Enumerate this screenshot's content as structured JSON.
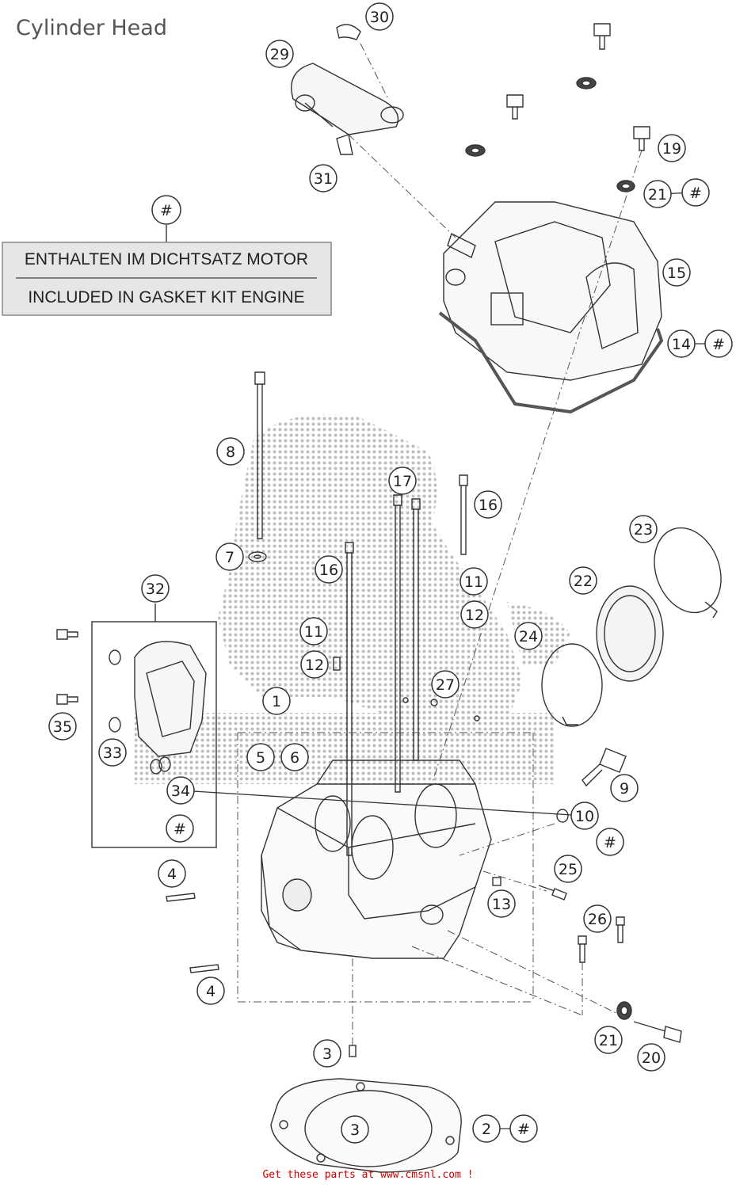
{
  "title": "Cylinder Head",
  "legend": {
    "marker": "#",
    "line_de": "ENTHALTEN IM DICHTSATZ MOTOR",
    "line_en": "INCLUDED IN GASKET KIT ENGINE"
  },
  "callouts": [
    "30",
    "29",
    "19",
    "21",
    "#",
    "31",
    "15",
    "14",
    "#",
    "8",
    "17",
    "16",
    "7",
    "16",
    "23",
    "22",
    "11",
    "32",
    "12",
    "11",
    "24",
    "12",
    "27",
    "1",
    "35",
    "5",
    "6",
    "33",
    "9",
    "34",
    "10",
    "#",
    "#",
    "4",
    "25",
    "13",
    "26",
    "4",
    "21",
    "3",
    "20",
    "3",
    "2",
    "#"
  ],
  "footer": "Get these parts at www.cmsnl.com !",
  "colors": {
    "ink": "#333333",
    "watermark": "#a8a8a8",
    "footer": "#cc0000"
  }
}
